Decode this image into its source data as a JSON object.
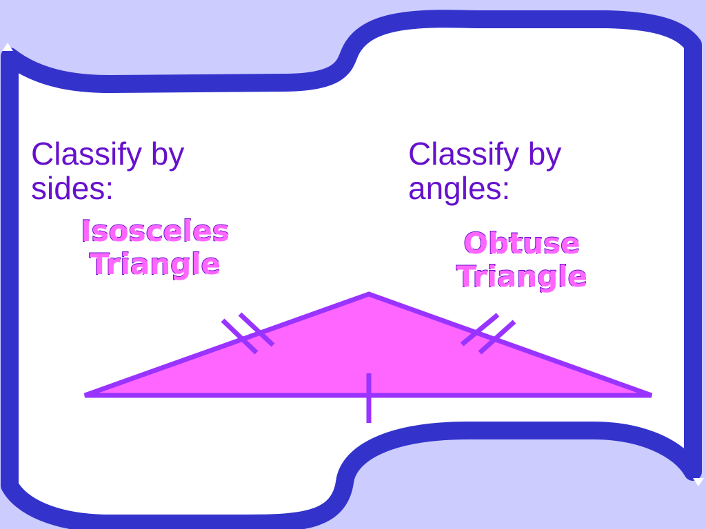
{
  "colors": {
    "background": "#ccccff",
    "banner_fill": "#ffffff",
    "banner_border": "#3333cc",
    "prompt_text": "#6611cc",
    "answer_fill": "#ff66ff",
    "answer_outline": "#6611cc",
    "triangle_fill": "#ff66ff",
    "triangle_stroke": "#9933ff"
  },
  "left": {
    "prompt_line1": "Classify by",
    "prompt_line2": "sides:",
    "answer_line1": "Isosceles",
    "answer_line2": "Triangle"
  },
  "right": {
    "prompt_line1": "Classify by",
    "prompt_line2": "angles:",
    "answer_line1": "Obtuse",
    "answer_line2": "Triangle"
  },
  "figure": {
    "shape": "triangle",
    "congruent_side_marks": 2,
    "base_marks": 1
  }
}
